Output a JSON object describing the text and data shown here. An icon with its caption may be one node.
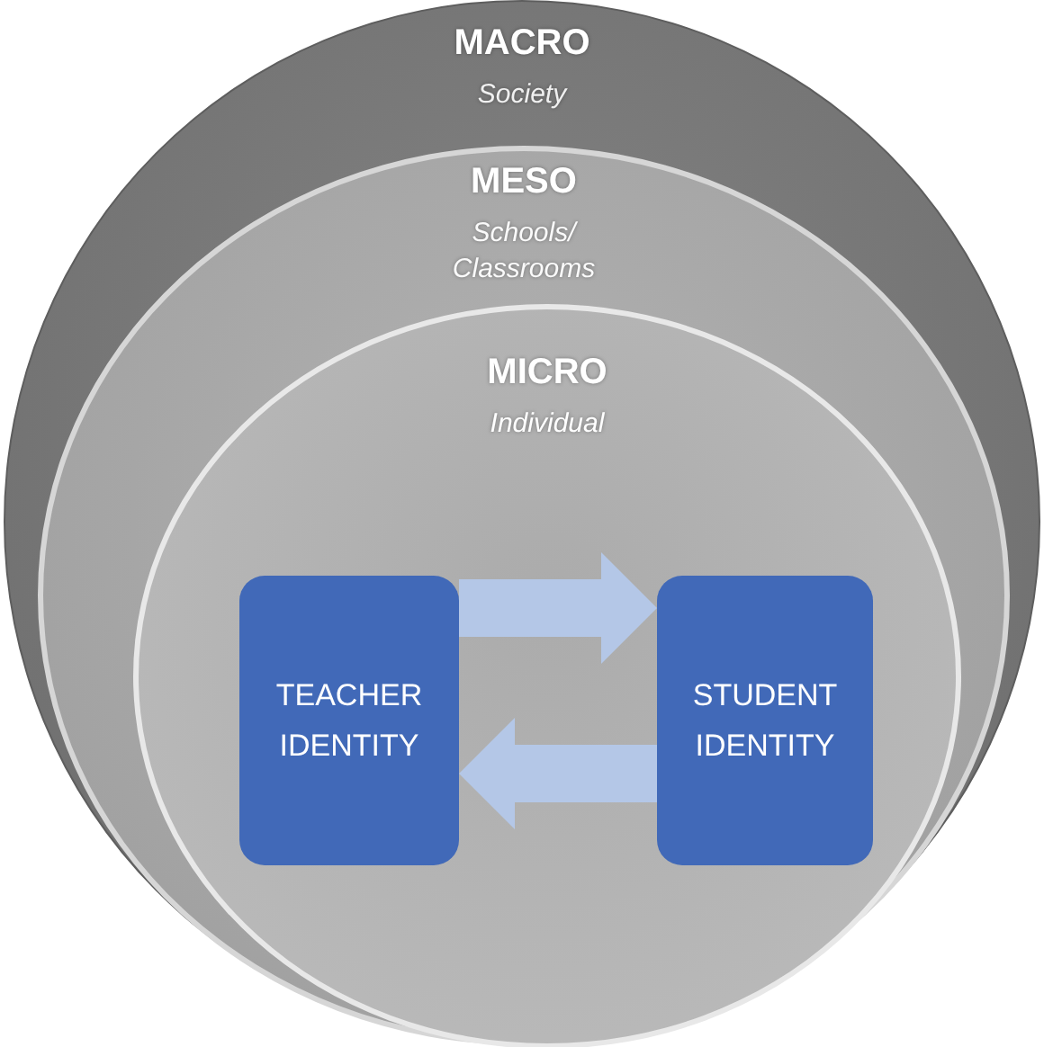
{
  "diagram": {
    "nodes": [
      {
        "text": [
          "MACRO",
          "Society"
        ]
      },
      {
        "text": [
          "MESO",
          "Schools/ Classrooms"
        ],
        "in": 0
      },
      {
        "text": [
          "MICRO",
          "Individual"
        ],
        "in": 1
      },
      {
        "text": [
          "TEACHER IDENTITY"
        ],
        "in": 2
      },
      {
        "text": [
          "STUDENT IDENTITY"
        ],
        "in": 2
      }
    ],
    "edges": [
      {
        "from": 3,
        "to": 4,
        "arrow": "to"
      },
      {
        "from": 4,
        "to": 3,
        "arrow": "to"
      }
    ]
  }
}
